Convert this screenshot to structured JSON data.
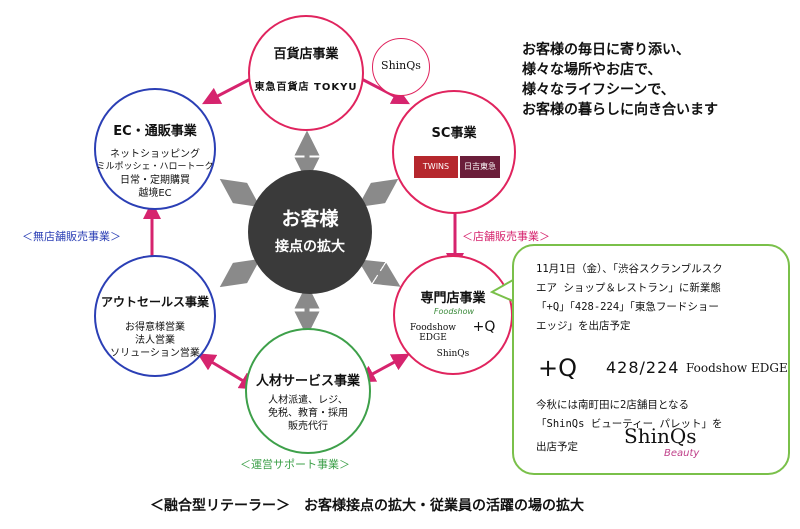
{
  "center": {
    "title": "お客様",
    "subtitle": "接点の拡大"
  },
  "nodes": {
    "department": {
      "title": "百貨店事業",
      "logo": "東急百貨店 TOKYU"
    },
    "shinqs_badge": {
      "label": "ShinQs"
    },
    "sc": {
      "title": "SC事業",
      "logo1": "TWINS",
      "logo2": "日吉東急"
    },
    "specialty": {
      "title": "専門店事業",
      "logo1": "Foodshow",
      "logo2": "Foodshow EDGE",
      "logo3": "+Q",
      "logo4": "ShinQs"
    },
    "hr": {
      "title": "人材サービス事業",
      "lines": [
        "人材派遣、レジ、",
        "免税、教育・採用",
        "販売代行"
      ]
    },
    "outlet": {
      "title": "アウトセールス事業",
      "lines": [
        "お得意様営業",
        "法人営業",
        "ソリューション営業"
      ]
    },
    "ec": {
      "title": "EC・通販事業",
      "lines": [
        "ネットショッピング",
        "ミルポッシェ・ハロートーク",
        "日常・定期購買",
        "越境EC"
      ]
    }
  },
  "labels": {
    "non_store": "＜無店舗販売事業＞",
    "store": "＜店舗販売事業＞",
    "support": "＜運営サポート事業＞"
  },
  "tagline": [
    "お客様の毎日に寄り添い、",
    "様々な場所やお店で、",
    "様々なライフシーンで、",
    "お客様の暮らしに向き合います"
  ],
  "bubble": {
    "lines1": [
      "11月1日（金）、「渋谷スクランブルスク",
      "エア ショップ＆レストラン」に新業態",
      "「+Q」「428-224」「東急フードショー",
      "エッジ」を出店予定"
    ],
    "logos": [
      "+Q",
      "428/224",
      "Foodshow EDGE"
    ],
    "lines2": [
      "今秋には南町田に2店舗目となる",
      "「ShinQs ビューティー パレット」を",
      "出店予定"
    ],
    "logo_shinqs": "ShinQs",
    "logo_beauty": "Beauty"
  },
  "footer": "＜融合型リテーラー＞　お客様接点の拡大・従業員の活躍の場の拡大",
  "colors": {
    "pink": "#d6246e",
    "gray_arrow": "#8a8a8a",
    "red": "#e0245e",
    "blue": "#2b3fb5",
    "green": "#3ea04a",
    "bubble_border": "#7ac04a"
  }
}
